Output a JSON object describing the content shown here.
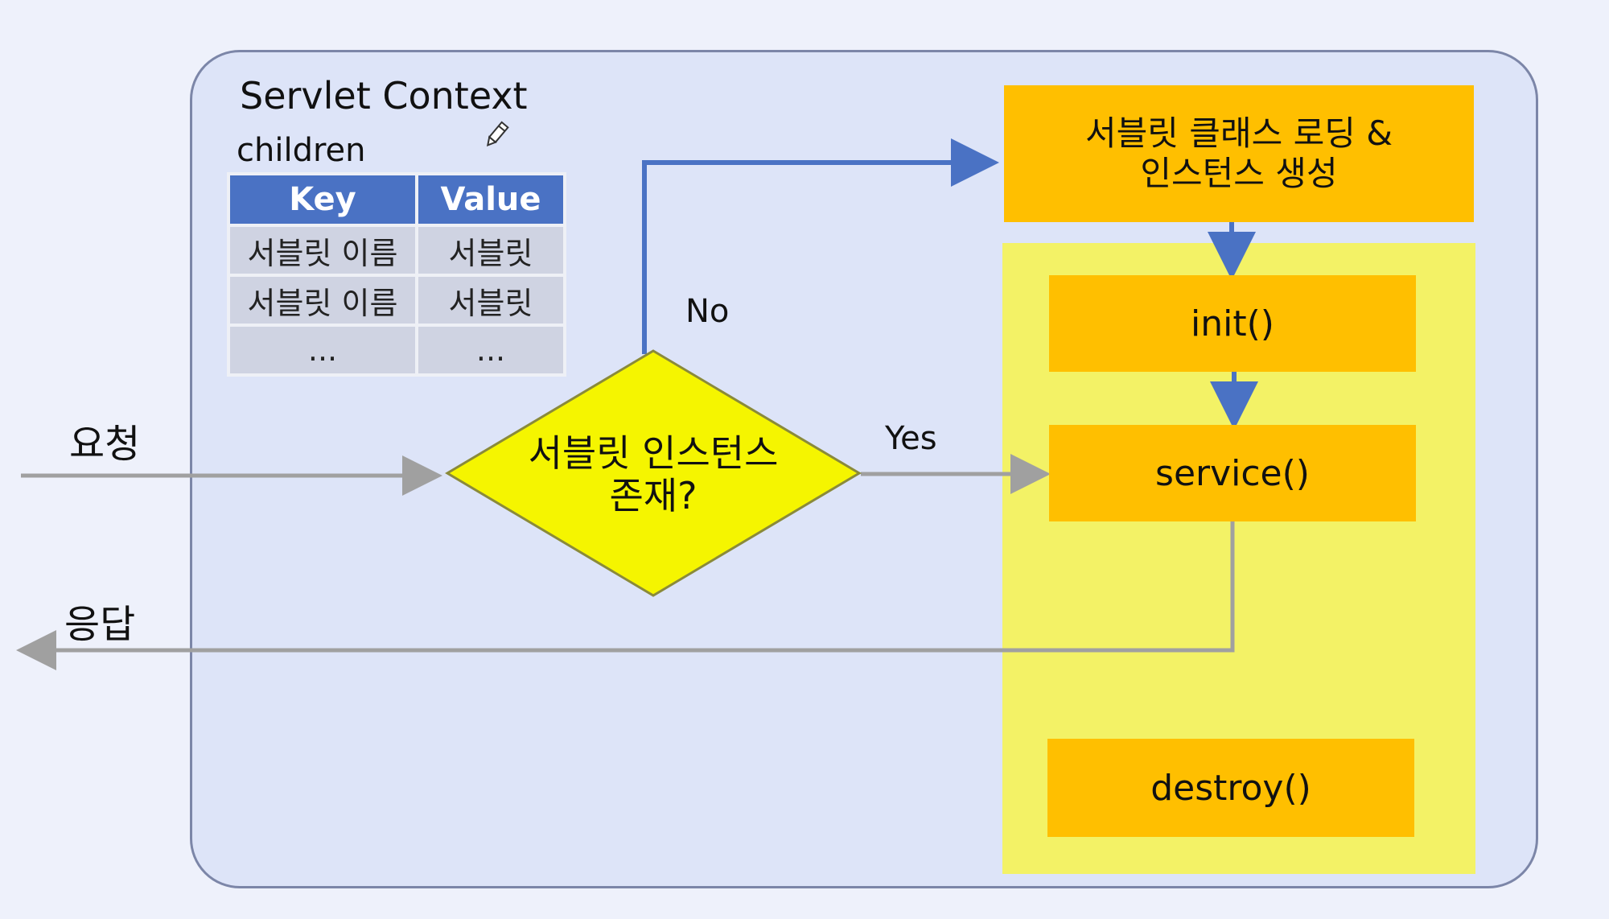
{
  "context": {
    "title": "Servlet Context",
    "children_label": "children"
  },
  "children_table": {
    "headers": {
      "key": "Key",
      "value": "Value"
    },
    "rows": [
      {
        "key": "서블릿 이름",
        "value": "서블릿"
      },
      {
        "key": "서블릿 이름",
        "value": "서블릿"
      },
      {
        "key": "...",
        "value": "..."
      }
    ]
  },
  "decision": {
    "line1": "서블릿 인스턴스",
    "line2": "존재?"
  },
  "edges": {
    "no": "No",
    "yes": "Yes"
  },
  "flow": {
    "request": "요청",
    "response": "응답"
  },
  "lifecycle": {
    "load_line1": "서블릿 클래스 로딩 &",
    "load_line2": "인스턴스 생성",
    "init": "init()",
    "service": "service()",
    "destroy": "destroy()"
  },
  "colors": {
    "context_fill": "#dde4f8",
    "table_header": "#4a72c4",
    "decision_fill": "#f5f500",
    "lifecycle_box": "#ffbf00",
    "lifecycle_panel": "#f3f266",
    "blue_arrow": "#4a72c4",
    "gray_arrow": "#a0a0a0"
  }
}
